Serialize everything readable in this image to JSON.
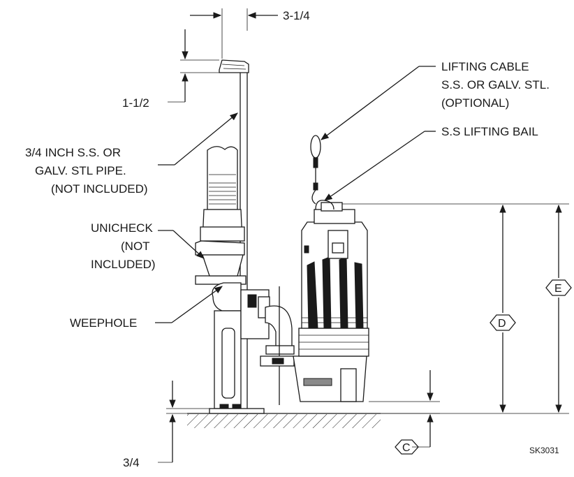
{
  "labels": {
    "top_offset": "3-1/4",
    "bracket_height": "1-1/2",
    "pipe_line1": "3/4 INCH S.S. OR",
    "pipe_line2": "GALV. STL PIPE.",
    "pipe_line3": "(NOT INCLUDED)",
    "unicheck_line1": "UNICHECK",
    "unicheck_line2": "(NOT",
    "unicheck_line3": "INCLUDED)",
    "weephole": "WEEPHOLE",
    "cable_line1": "LIFTING CABLE",
    "cable_line2": "S.S. OR GALV. STL.",
    "cable_line3": "(OPTIONAL)",
    "bail": "S.S LIFTING BAIL",
    "base_clearance": "3/4",
    "sheet_id": "SK3031"
  },
  "callouts": {
    "c": "C",
    "d": "D",
    "e": "E"
  }
}
